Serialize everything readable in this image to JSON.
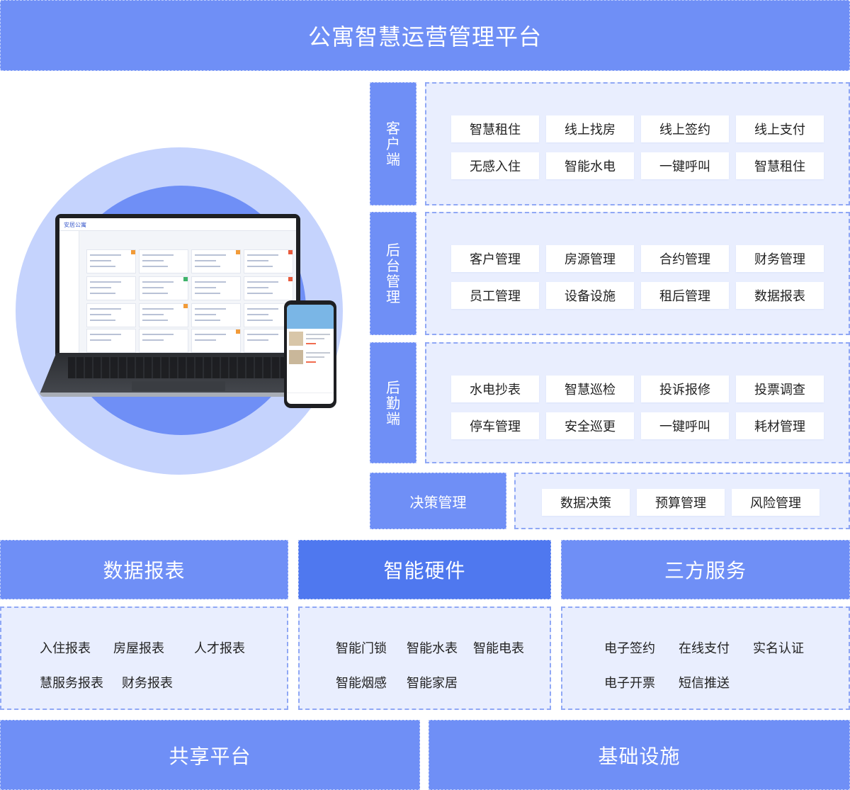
{
  "title": "公寓智慧运营管理平台",
  "illustration": {
    "laptop_app_name": "安居公寓"
  },
  "modules": [
    {
      "label": [
        "客",
        "户",
        "端"
      ],
      "items": [
        "智慧租住",
        "线上找房",
        "线上签约",
        "线上支付",
        "无感入住",
        "智能水电",
        "一键呼叫",
        "智慧租住"
      ]
    },
    {
      "label": [
        "后",
        "台",
        "管",
        "理"
      ],
      "items": [
        "客户管理",
        "房源管理",
        "合约管理",
        "财务管理",
        "员工管理",
        "设备设施",
        "租后管理",
        "数据报表"
      ]
    },
    {
      "label": [
        "后",
        "勤",
        "端"
      ],
      "items": [
        "水电抄表",
        "智慧巡检",
        "投诉报修",
        "投票调查",
        "停车管理",
        "安全巡更",
        "一键呼叫",
        "耗材管理"
      ]
    }
  ],
  "decision": {
    "label": "决策管理",
    "items": [
      "数据决策",
      "预算管理",
      "风险管理"
    ]
  },
  "categories": [
    {
      "title": "数据报表",
      "items": [
        "入住报表",
        "房屋报表",
        "人才报表",
        "慧服务报表",
        "财务报表"
      ]
    },
    {
      "title": "智能硬件",
      "items": [
        "智能门锁",
        "智能水表",
        "智能电表",
        "智能烟感",
        "智能家居"
      ]
    },
    {
      "title": "三方服务",
      "items": [
        "电子签约",
        "在线支付",
        "实名认证",
        "电子开票",
        "短信推送"
      ]
    }
  ],
  "foundation": [
    "共享平台",
    "基础设施"
  ],
  "colors": {
    "primary": "#6f8ff6",
    "primary_dark": "#4f78ef",
    "panel": "#e9eefe",
    "dash": "#90a8f5"
  }
}
